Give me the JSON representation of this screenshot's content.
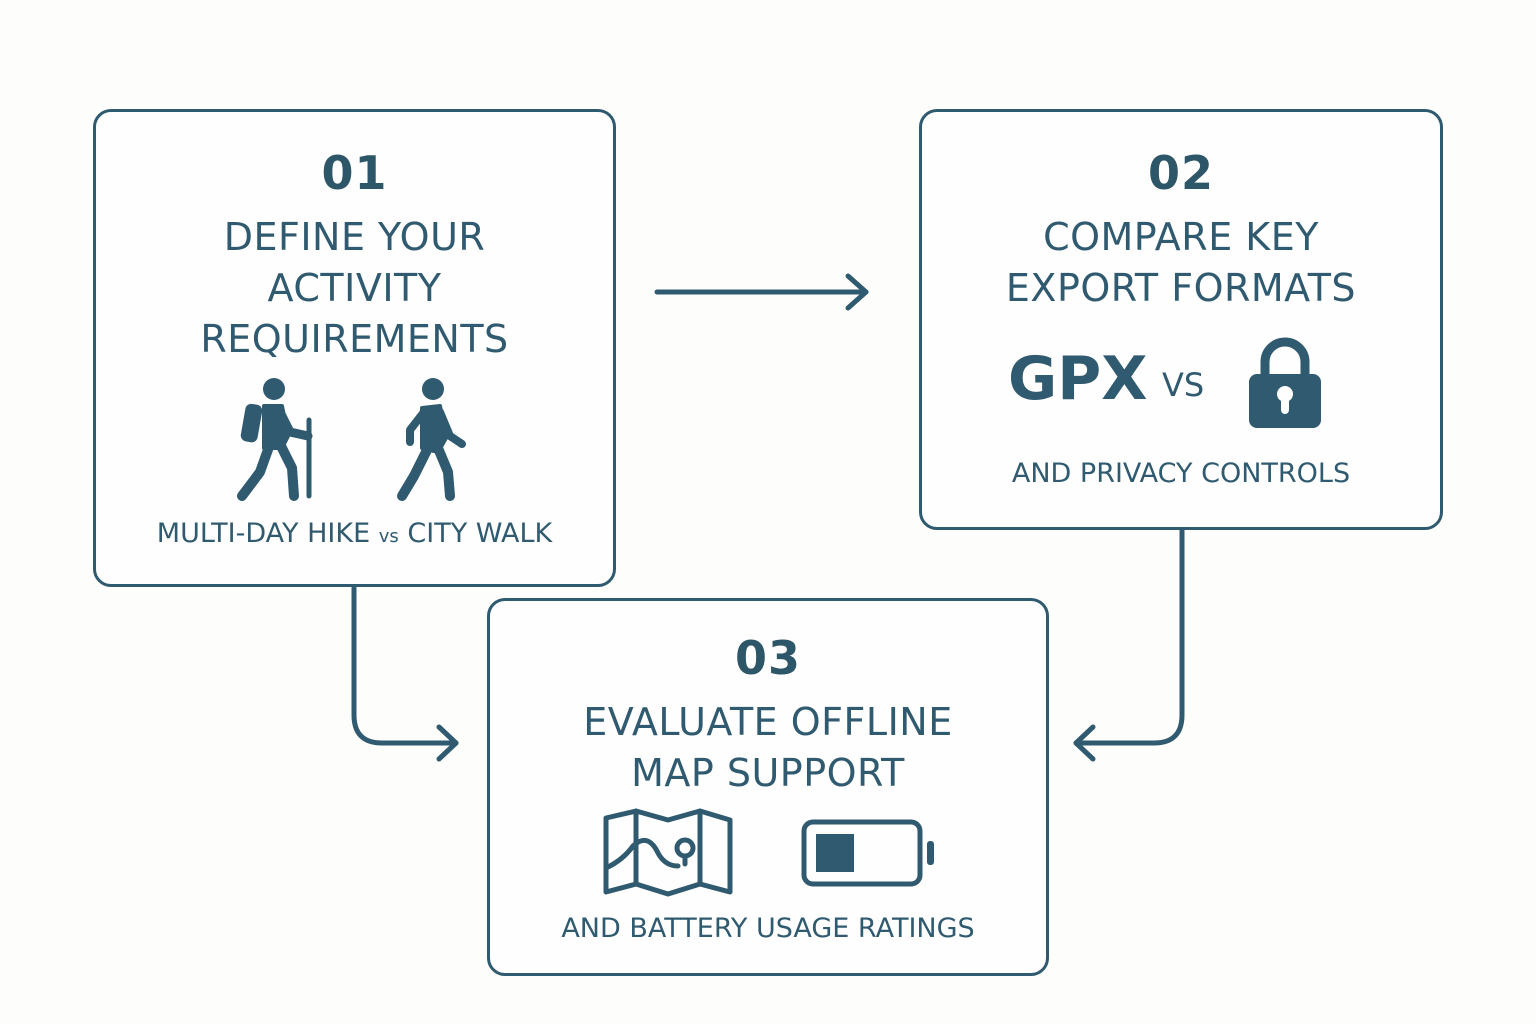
{
  "colors": {
    "primary": "#2f5a6f",
    "background": "#fdfdfc"
  },
  "steps": [
    {
      "number": "01",
      "title_lines": [
        "DEFINE YOUR",
        "ACTIVITY",
        "REQUIREMENTS"
      ],
      "icons": [
        "hiker-icon",
        "walker-icon"
      ],
      "caption_left": "MULTI-DAY HIKE",
      "caption_vs": "vs",
      "caption_right": "CITY WALK"
    },
    {
      "number": "02",
      "title_lines": [
        "COMPARE KEY",
        "EXPORT FORMATS"
      ],
      "format_label": "GPX",
      "vs_label": "VS",
      "icons": [
        "lock-icon"
      ],
      "caption": "AND PRIVACY CONTROLS"
    },
    {
      "number": "03",
      "title_lines": [
        "EVALUATE OFFLINE",
        "MAP SUPPORT"
      ],
      "icons": [
        "map-icon",
        "battery-icon"
      ],
      "battery_level": 0.35,
      "caption": "AND BATTERY USAGE RATINGS"
    }
  ],
  "connectors": [
    {
      "from": "01",
      "to": "02"
    },
    {
      "from": "01",
      "to": "03"
    },
    {
      "from": "02",
      "to": "03"
    }
  ]
}
